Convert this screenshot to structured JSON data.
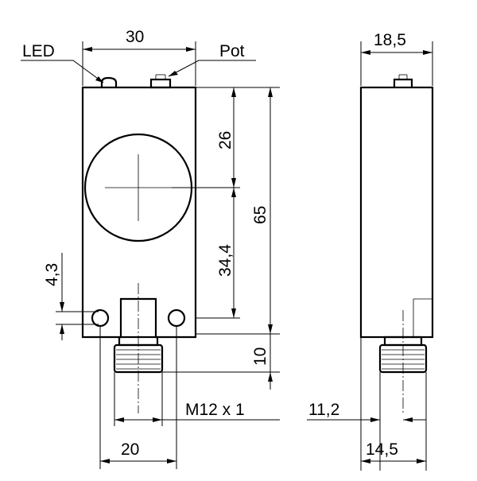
{
  "labels": {
    "led": "LED",
    "pot": "Pot",
    "thread": "M12 x 1"
  },
  "dimensions": {
    "width_front": "30",
    "depth_side": "18,5",
    "height_upper": "26",
    "height_total": "65",
    "height_lower": "34,4",
    "hole_spacing": "4,3",
    "connector_length": "10",
    "connector_front_width": "20",
    "connector_offset_side": "11,2",
    "connector_side_width": "14,5"
  }
}
